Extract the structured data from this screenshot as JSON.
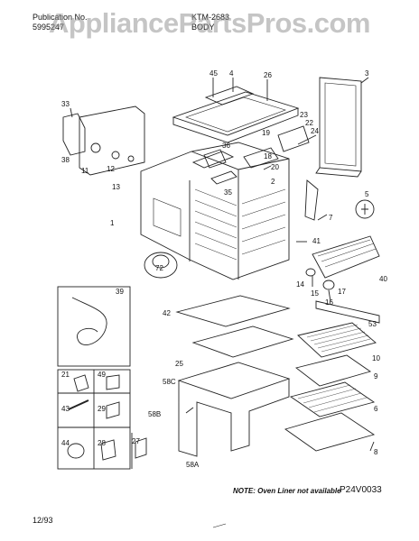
{
  "header": {
    "publication_label": "Publication No.",
    "publication_number": "5995247",
    "model": "KTM-2683",
    "section_fragment": "BODY"
  },
  "watermark": "AppliancePartsPros.com",
  "part_labels": [
    "45",
    "4",
    "26",
    "3",
    "33",
    "23",
    "22",
    "24",
    "19",
    "36",
    "18",
    "20",
    "38",
    "11",
    "12",
    "13",
    "2",
    "35",
    "5",
    "7",
    "1",
    "41",
    "40",
    "72",
    "14",
    "15",
    "17",
    "16",
    "39",
    "53",
    "42",
    "10",
    "25",
    "9",
    "58C",
    "58B",
    "6",
    "8",
    "58A",
    "21",
    "49",
    "43",
    "29",
    "44",
    "28",
    "27"
  ],
  "note": "NOTE: Oven Liner not available",
  "diagram_code": "P24V0033",
  "date": "12/93"
}
